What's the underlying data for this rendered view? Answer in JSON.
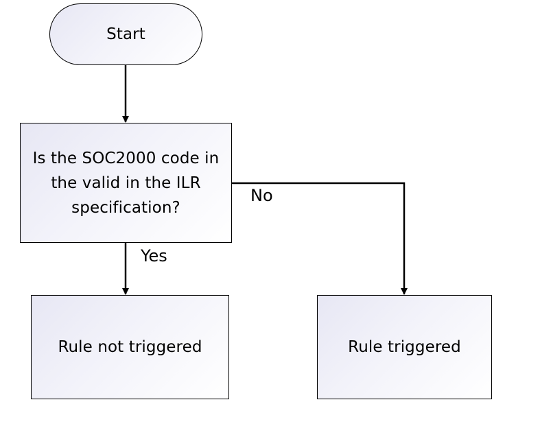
{
  "nodes": {
    "start": {
      "label": "Start"
    },
    "decision": {
      "label": "Is the SOC2000 code in the valid in the ILR specification?"
    },
    "not_triggered": {
      "label": "Rule not triggered"
    },
    "triggered": {
      "label": "Rule triggered"
    }
  },
  "edges": {
    "no_label": "No",
    "yes_label": "Yes"
  }
}
